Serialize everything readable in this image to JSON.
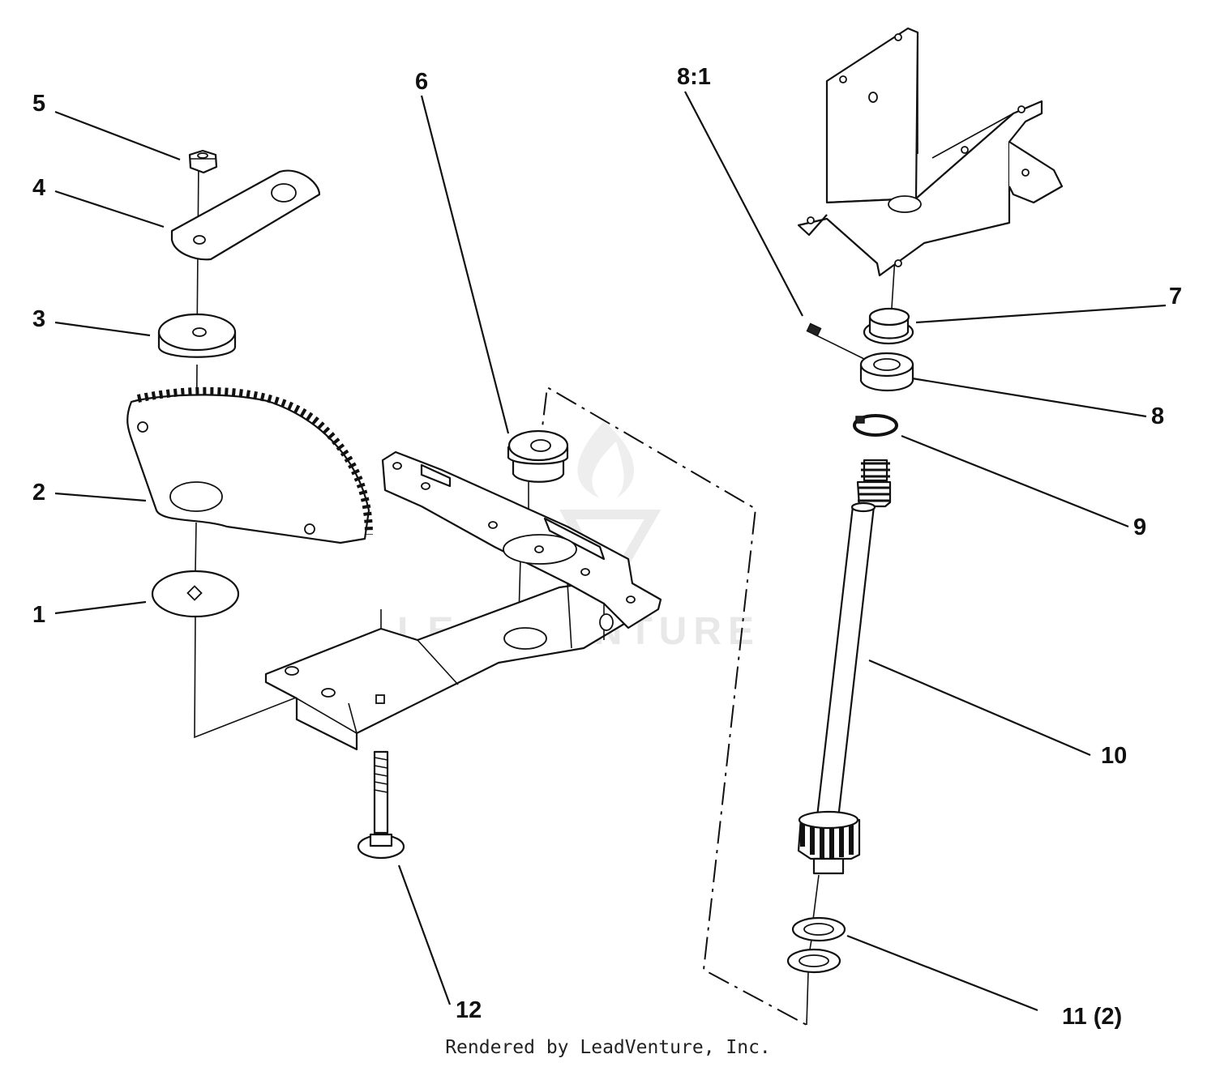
{
  "labels": {
    "p1": "1",
    "p2": "2",
    "p3": "3",
    "p4": "4",
    "p5": "5",
    "p6": "6",
    "p7": "7",
    "p8": "8",
    "p8_1": "8:1",
    "p9": "9",
    "p10": "10",
    "p11": "11 (2)",
    "p12": "12"
  },
  "watermark": "LEADVENTURE",
  "footer": "Rendered by LeadVenture, Inc."
}
